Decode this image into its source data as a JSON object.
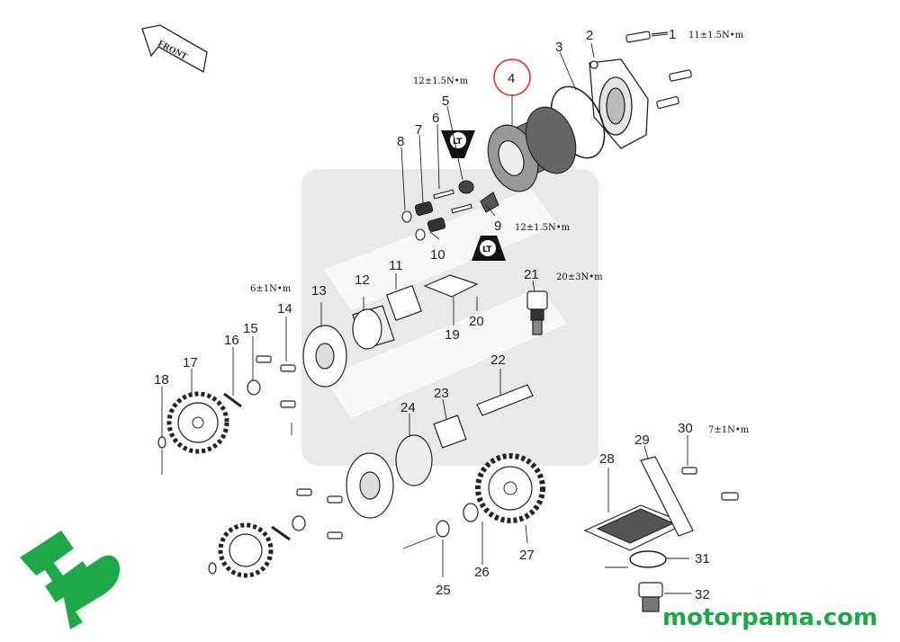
{
  "front_label": "FRONT",
  "lt_label": "LT",
  "brand_text": "motorpama.com",
  "highlighted_part": "4",
  "colors": {
    "brand_green": "#1fa84a",
    "highlight_red": "#d9302c",
    "line": "#222222",
    "watermark": "#e8e8e8"
  },
  "callouts": [
    "1",
    "2",
    "3",
    "4",
    "5",
    "6",
    "7",
    "8",
    "9",
    "10",
    "11",
    "12",
    "13",
    "14",
    "15",
    "16",
    "17",
    "18",
    "19",
    "20",
    "21",
    "22",
    "23",
    "24",
    "25",
    "26",
    "27",
    "28",
    "29",
    "30",
    "31",
    "32"
  ],
  "torques": {
    "t1": "11±1.5N•m",
    "t4": "12±1.5N•m",
    "t9": "12±1.5N•m",
    "t21": "20±3N•m",
    "t13": "6±1N•m",
    "t30": "7±1N•m"
  }
}
